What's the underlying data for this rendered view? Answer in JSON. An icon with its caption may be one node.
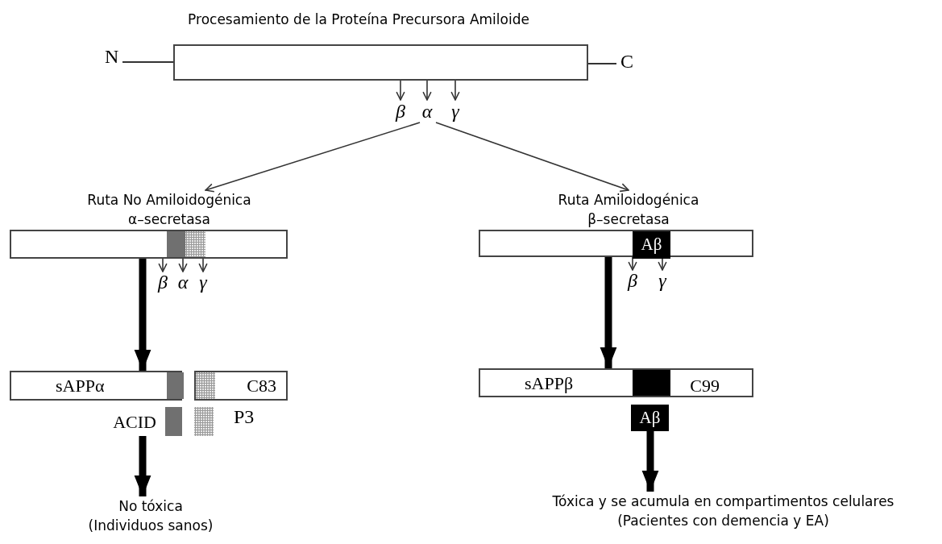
{
  "diagram": {
    "title": "Procesamiento de la Proteína Precursora Amiloide",
    "nodes": [
      {
        "text": [],
        "shape": "bar"
      },
      {
        "text": [
          "β"
        ]
      },
      {
        "text": [
          "α"
        ]
      },
      {
        "text": [
          "γ"
        ]
      },
      {
        "text": [
          "Ruta No Amiloidogénica",
          "α–secretasa"
        ]
      },
      {
        "text": [
          "Ruta Amiloidogénica",
          "β–secretasa"
        ]
      },
      {
        "text": [],
        "shape": "bar"
      },
      {
        "text": [
          "β"
        ]
      },
      {
        "text": [
          "α"
        ]
      },
      {
        "text": [
          "γ"
        ]
      },
      {
        "text": [],
        "shape": "bar"
      },
      {
        "text": [
          "Aβ"
        ],
        "in": 10
      },
      {
        "text": [
          "β"
        ]
      },
      {
        "text": [
          "γ"
        ]
      },
      {
        "text": [
          "sAPPα"
        ]
      },
      {
        "text": [
          "C83"
        ]
      },
      {
        "text": [
          "sAPPβ",
          "C99"
        ]
      },
      {
        "text": [
          "ACID"
        ]
      },
      {
        "text": [
          "Aβ"
        ]
      },
      {
        "text": [
          "No tóxica",
          "(Individuos sanos)"
        ]
      },
      {
        "text": [
          "Tóxica y se acumula en compartimentos celulares",
          "(Pacientes con demencia y EA)"
        ]
      }
    ],
    "edges": [
      {
        "from": 0,
        "to": 1,
        "arrow": "to"
      },
      {
        "from": 0,
        "to": 2,
        "arrow": "to"
      },
      {
        "from": 0,
        "to": 3,
        "arrow": "to"
      },
      {
        "from": 2,
        "to": 4,
        "arrow": "to"
      },
      {
        "from": 2,
        "to": 5,
        "arrow": "to"
      },
      {
        "from": 6,
        "to": 7,
        "arrow": "to"
      },
      {
        "from": 6,
        "to": 8,
        "arrow": "to"
      },
      {
        "from": 6,
        "to": 9,
        "arrow": "to"
      },
      {
        "from": 10,
        "to": 12,
        "arrow": "to"
      },
      {
        "from": 10,
        "to": 13,
        "arrow": "to"
      },
      {
        "from": 6,
        "to": 14,
        "arrow": "to",
        "style": "thick"
      },
      {
        "from": 10,
        "to": 16,
        "arrow": "to",
        "style": "thick"
      },
      {
        "from": 17,
        "to": 19,
        "arrow": "to",
        "style": "thick"
      },
      {
        "from": 18,
        "to": 20,
        "arrow": "to",
        "style": "thick"
      }
    ],
    "labels": [
      "N",
      "C",
      "P3"
    ]
  }
}
